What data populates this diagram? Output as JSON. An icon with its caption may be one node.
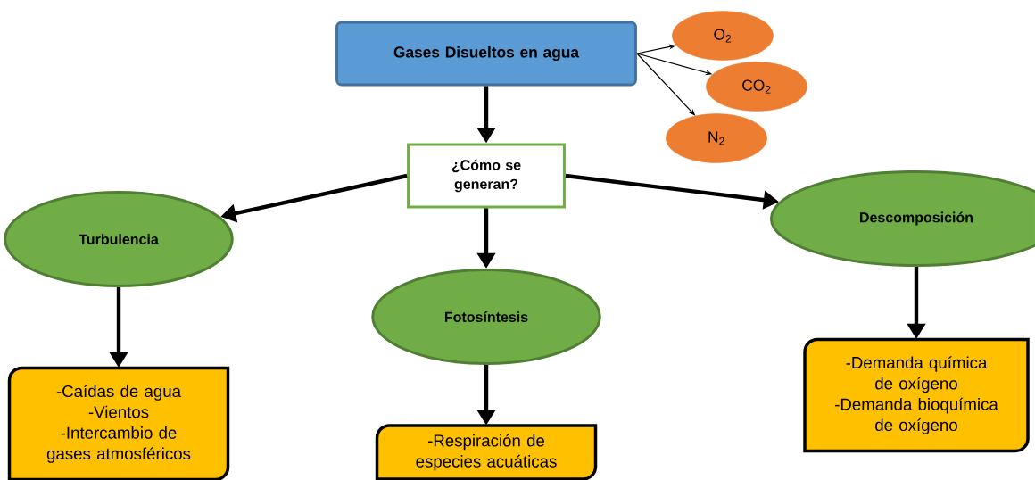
{
  "diagram": {
    "nodes": [
      {
        "text": [
          "Gases Disueltos en agua"
        ]
      },
      {
        "text": [
          "O$_{2}$"
        ]
      },
      {
        "text": [
          "CO$_{2}$"
        ]
      },
      {
        "text": [
          "N$_{2}$"
        ]
      },
      {
        "text": [
          "¿Cómo se generan?"
        ]
      },
      {
        "text": [
          "Turbulencia"
        ]
      },
      {
        "text": [
          "Fotosíntesis"
        ]
      },
      {
        "text": [
          "Descomposición"
        ]
      },
      {
        "text": [
          "-Caídas de agua",
          "-Vientos",
          "-Intercambio de gases atmosféricos"
        ]
      },
      {
        "text": [
          "-Respiración de especies acuáticas"
        ]
      },
      {
        "text": [
          "-Demanda química de oxígeno",
          "-Demanda bioquímica de oxígeno"
        ]
      }
    ],
    "edges": [
      {
        "from": 0,
        "to": 1,
        "arrow": "to"
      },
      {
        "from": 0,
        "to": 2,
        "arrow": "to"
      },
      {
        "from": 0,
        "to": 3,
        "arrow": "to"
      },
      {
        "from": 0,
        "to": 4,
        "arrow": "to"
      },
      {
        "from": 4,
        "to": 5,
        "arrow": "to"
      },
      {
        "from": 4,
        "to": 6,
        "arrow": "to"
      },
      {
        "from": 4,
        "to": 7,
        "arrow": "to"
      },
      {
        "from": 5,
        "to": 8,
        "arrow": "to"
      },
      {
        "from": 6,
        "to": 9,
        "arrow": "to"
      },
      {
        "from": 7,
        "to": 10,
        "arrow": "to"
      }
    ]
  }
}
